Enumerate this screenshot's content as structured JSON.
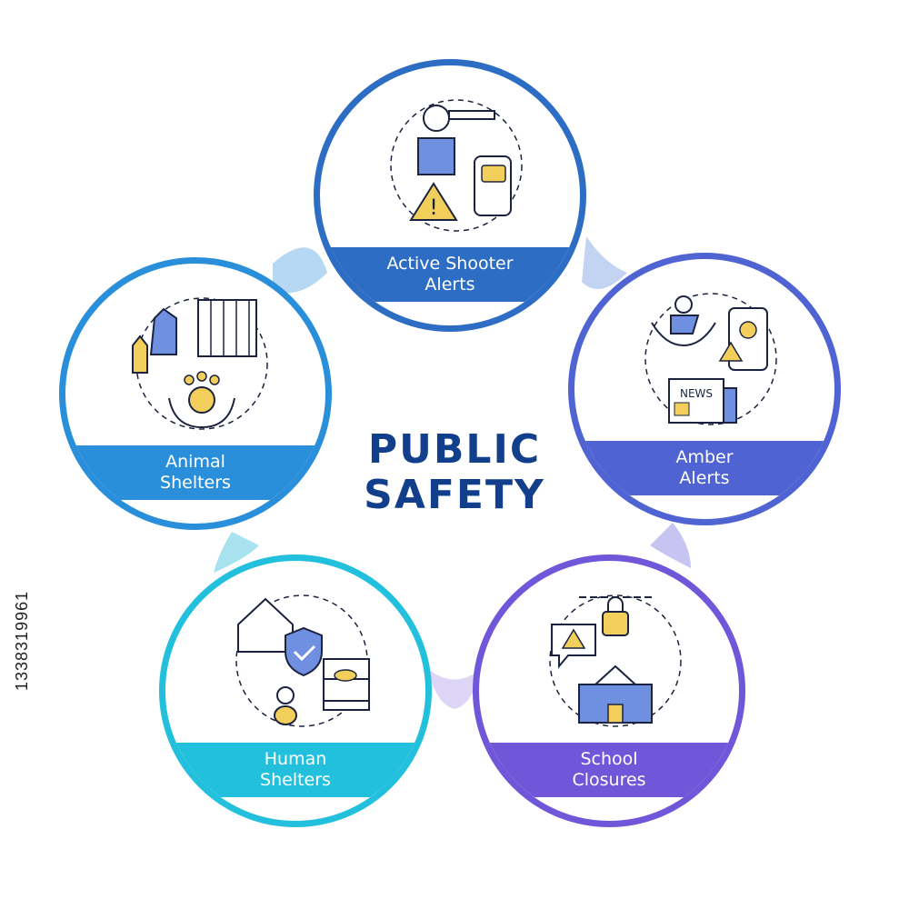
{
  "title": {
    "line1": "PUBLIC",
    "line2": "SAFETY"
  },
  "nodes": [
    {
      "id": "active-shooter",
      "label_line1": "Active Shooter",
      "label_line2": "Alerts",
      "color": "#2d6dc4",
      "icon": "shooter-alert-icon"
    },
    {
      "id": "amber",
      "label_line1": "Amber",
      "label_line2": "Alerts",
      "color": "#4f63d2",
      "icon": "amber-alert-icon"
    },
    {
      "id": "school",
      "label_line1": "School",
      "label_line2": "Closures",
      "color": "#7057d9",
      "icon": "school-closure-icon"
    },
    {
      "id": "human",
      "label_line1": "Human",
      "label_line2": "Shelters",
      "color": "#22c0dc",
      "icon": "human-shelter-icon"
    },
    {
      "id": "animal",
      "label_line1": "Animal",
      "label_line2": "Shelters",
      "color": "#2a8fdb",
      "icon": "animal-shelter-icon"
    }
  ],
  "colors": {
    "accent_yellow": "#f2cf5b",
    "accent_blue": "#6f8fe0",
    "line": "#1c2340",
    "title": "#123f8c"
  },
  "watermark": {
    "stock_id": "1338319961"
  }
}
